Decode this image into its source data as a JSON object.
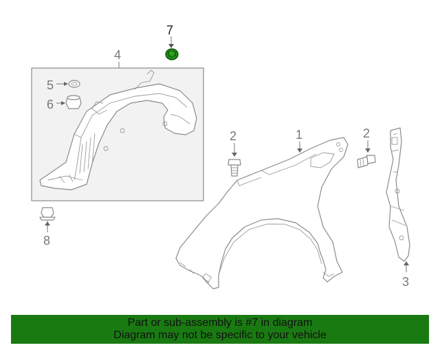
{
  "diagram": {
    "callouts": {
      "c1": "1",
      "c2a": "2",
      "c2b": "2",
      "c3": "3",
      "c4": "4",
      "c5": "5",
      "c6": "6",
      "c7": "7",
      "c8": "8"
    },
    "highlight_color": "#1e8a14"
  },
  "banner": {
    "line1": "Part or sub-assembly is #7 in diagram",
    "line2": "Diagram may not be specific to your vehicle",
    "background": "#1a7a12"
  }
}
